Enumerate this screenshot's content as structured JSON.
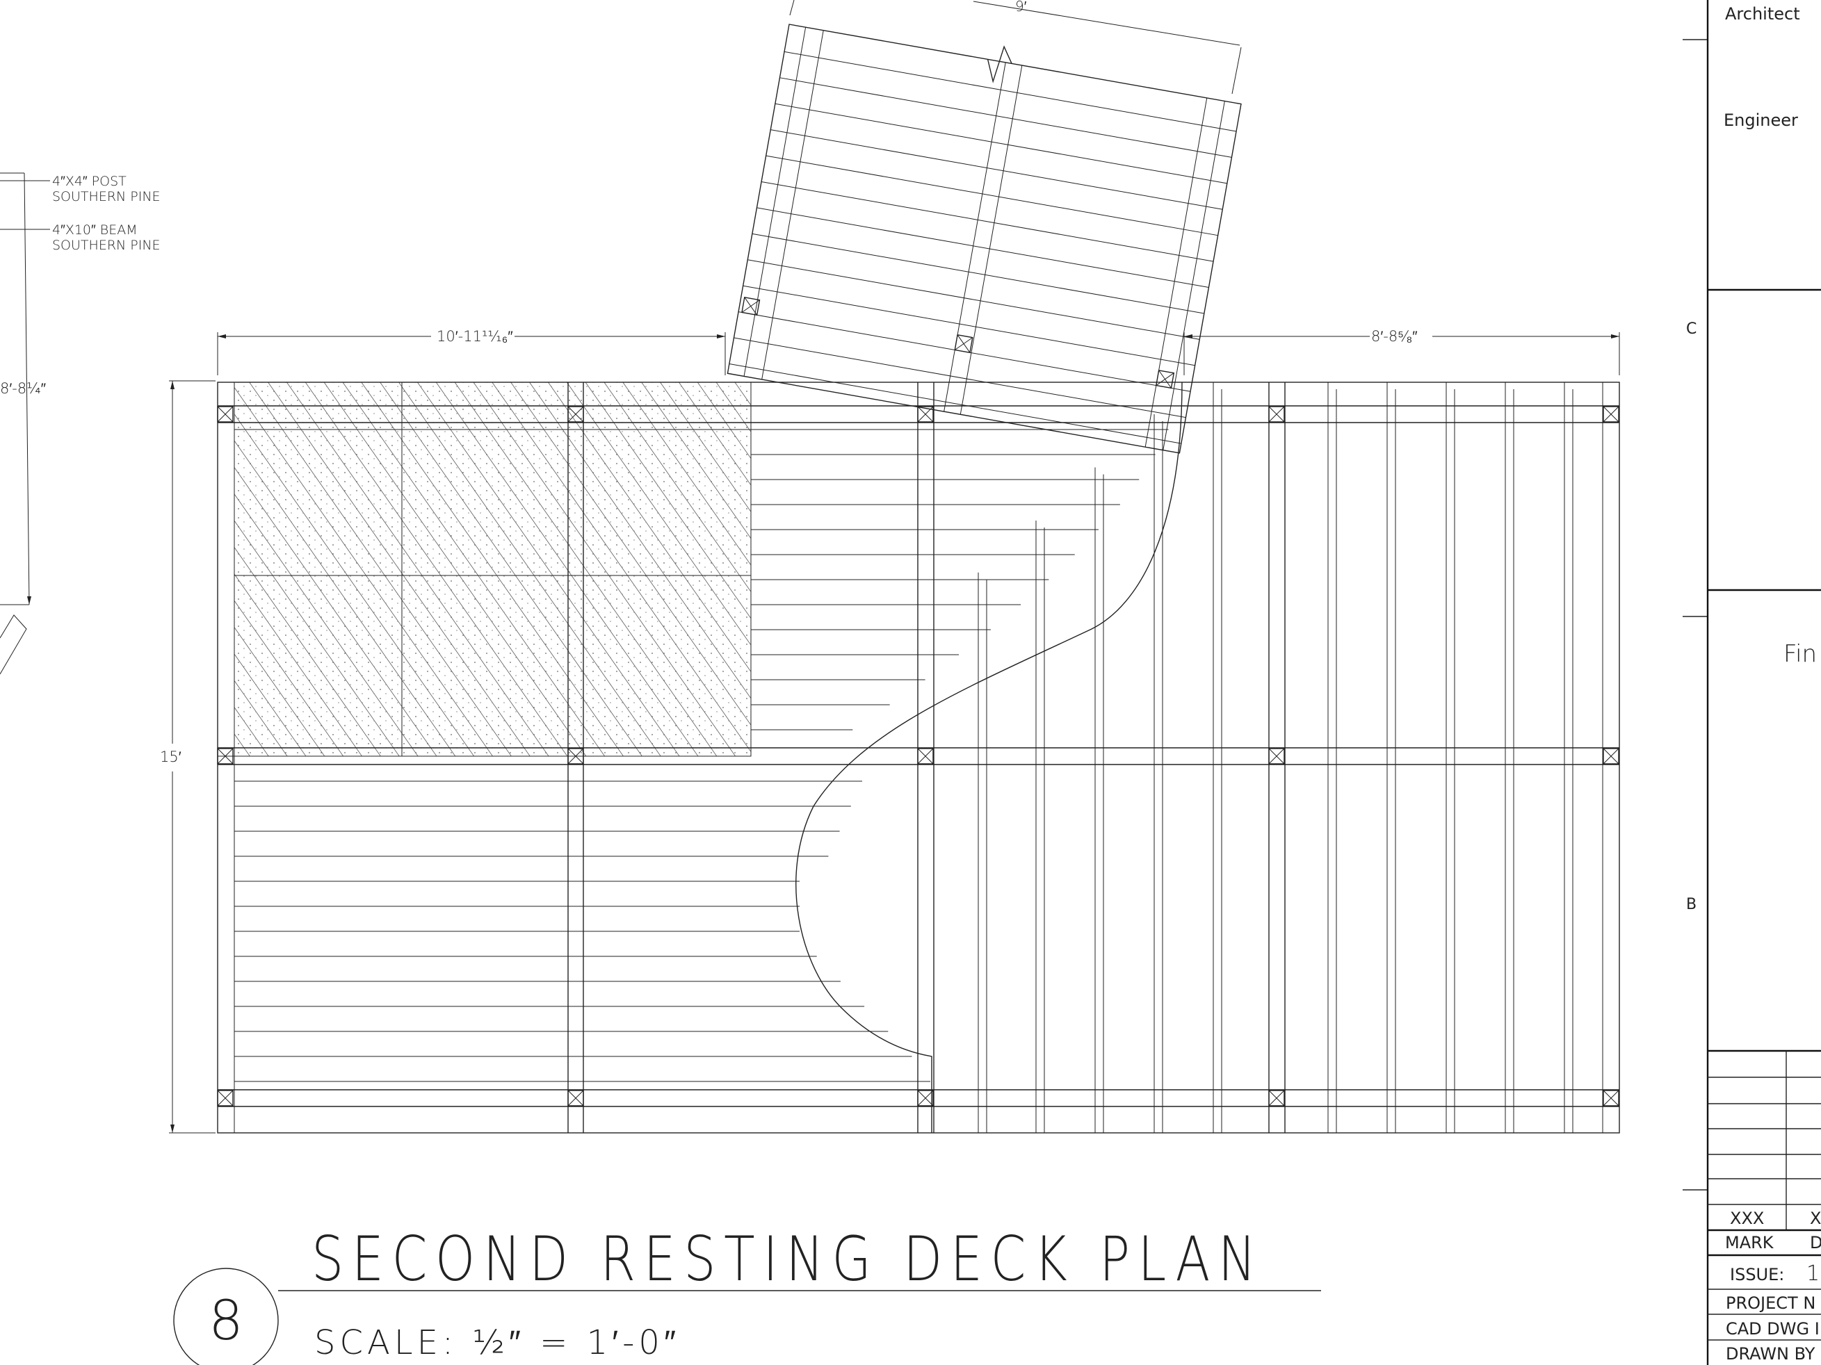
{
  "drawing": {
    "dims": {
      "top_left": "10′-11¹¹⁄₁₆″",
      "top_right": "8′-8⁵⁄₈″",
      "stair_width": "9′",
      "left_height": "15′",
      "partial_left": "8′-8¼″"
    },
    "labels": {
      "post": [
        "4″X4″ POST",
        "SOUTHERN PINE"
      ],
      "beam": [
        "4″X10″ BEAM",
        "SOUTHERN PINE"
      ]
    },
    "title": {
      "number": "8",
      "name": "SECOND RESTING DECK PLAN",
      "scale": "SCALE: ½″ = 1′-0″"
    }
  },
  "grid_markers": [
    "C",
    "B"
  ],
  "title_block": {
    "architect": "Architect",
    "engineer": "Engineer",
    "stamp_fragment": "Fin",
    "revision_row": {
      "mark_value": "XXX",
      "desc_value": "X"
    },
    "mark_header": "MARK",
    "desc_header": "D",
    "issue_label": "ISSUE:",
    "issue_value": "1",
    "project_label": "PROJECT N",
    "cad_label": "CAD DWG I",
    "drawn_label": "DRAWN BY"
  }
}
